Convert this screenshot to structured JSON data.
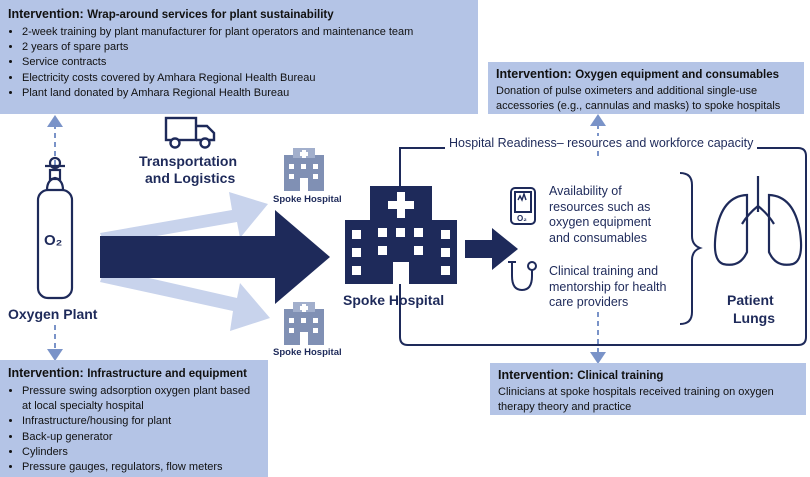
{
  "wrap_box": {
    "label": "Intervention:",
    "title": "Wrap-around services for plant sustainability",
    "items": [
      "2-week training by plant manufacturer for plant operators and maintenance team",
      "2 years of spare parts",
      "Service contracts",
      "Electricity costs covered by Amhara Regional Health Bureau",
      "Plant land donated by Amhara Regional Health Bureau"
    ]
  },
  "infra_box": {
    "label": "Intervention:",
    "title": "Infrastructure and equipment",
    "items": [
      "Pressure swing adsorption oxygen plant based at local specialty hospital",
      "Infrastructure/housing for plant",
      "Back-up generator",
      "Cylinders",
      "Pressure gauges, regulators, flow meters"
    ]
  },
  "oxygen_box": {
    "label": "Intervention:",
    "title": "Oxygen equipment and consumables",
    "text": "Donation of pulse oximeters and additional single-use accessories (e.g., cannulas and masks) to spoke hospitals"
  },
  "clinical_box": {
    "label": "Intervention:",
    "title": "Clinical training",
    "text": "Clinicians at spoke hospitals received training on oxygen therapy theory and practice"
  },
  "oxygen_plant": {
    "label": "Oxygen Plant",
    "cylinder_text": "O₂"
  },
  "transport": {
    "line1": "Transportation",
    "line2": "and Logistics"
  },
  "spoke_small_top": "Spoke Hospital",
  "spoke_small_bottom": "Spoke Hospital",
  "spoke_main": "Spoke Hospital",
  "readiness_title": "Hospital Readiness– resources and workforce capacity",
  "resources_text": [
    "Availability of",
    "resources such as",
    "oxygen equipment",
    "and consumables"
  ],
  "training_text": [
    "Clinical training and",
    "mentorship for health",
    "care providers"
  ],
  "oximeter_text": "O₂",
  "patient": {
    "line1": "Patient",
    "line2": "Lungs"
  },
  "colors": {
    "navy": "#1e2a5a",
    "box": "#b4c4e6",
    "light_arrow": "#c8d3ec",
    "dash": "#7a93c8"
  }
}
